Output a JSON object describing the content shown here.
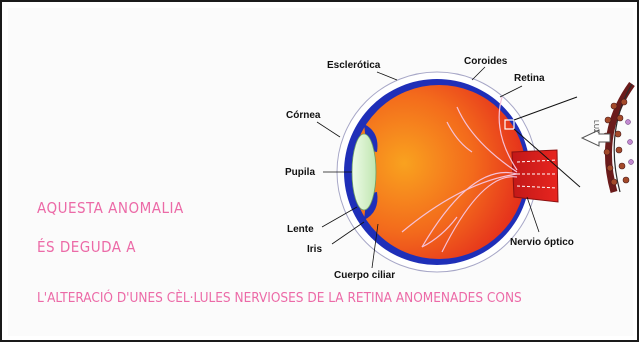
{
  "labels": {
    "sclera": "Esclerótica",
    "choroid": "Coroides",
    "retina": "Retina",
    "cornea": "Córnea",
    "pupil": "Pupila",
    "lens": "Lente",
    "iris": "Iris",
    "ciliary_body": "Cuerpo ciliar",
    "optic_nerve": "Nervio óptico",
    "light": "LUZ"
  },
  "caption": {
    "line1": "AQUESTA ANOMALIA",
    "line2": "ÉS DEGUDA A",
    "line3": "L'ALTERACIÓ D'UNES CÈL·LULES NERVIOSES DE LA RETINA ANOMENADES CONS"
  },
  "colors": {
    "caption_pink": "#ec6aa7",
    "eye_orange": "#f7941d",
    "eye_red": "#e8251f",
    "choroid_blue": "#1f2fb8",
    "lens_green": "#d4f0c8"
  }
}
